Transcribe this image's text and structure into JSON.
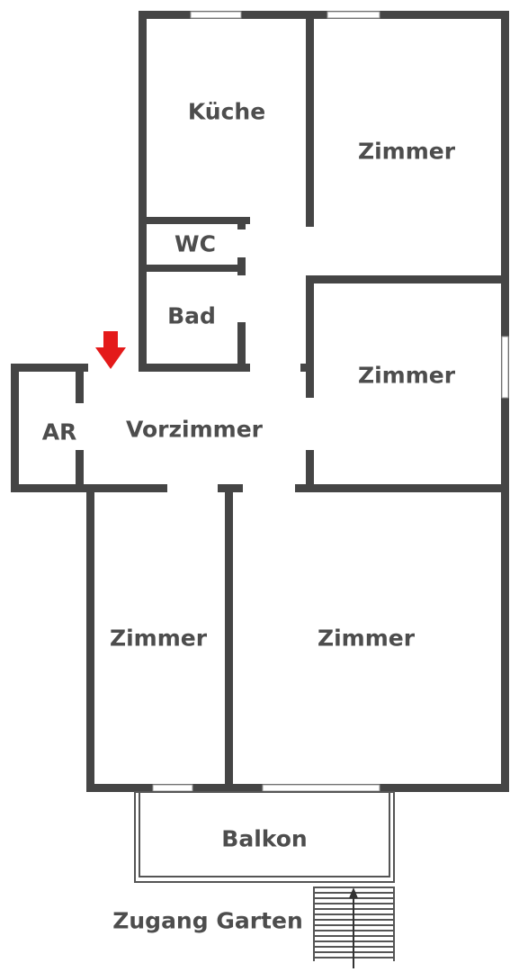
{
  "rooms": {
    "kitchen": "Küche",
    "room_top_right": "Zimmer",
    "wc": "WC",
    "bath": "Bad",
    "room_middle_right": "Zimmer",
    "storage": "AR",
    "hall": "Vorzimmer",
    "room_bottom_left": "Zimmer",
    "room_bottom_right": "Zimmer",
    "balcony": "Balkon",
    "garden_access": "Zugang Garten"
  },
  "colors": {
    "wall": "#454545",
    "thin_line": "#555555",
    "label": "#4d4d4d",
    "entrance_arrow": "#e41a1a"
  },
  "icons": {
    "entrance": "down-arrow-icon",
    "stairs_direction": "up-arrow-icon"
  }
}
